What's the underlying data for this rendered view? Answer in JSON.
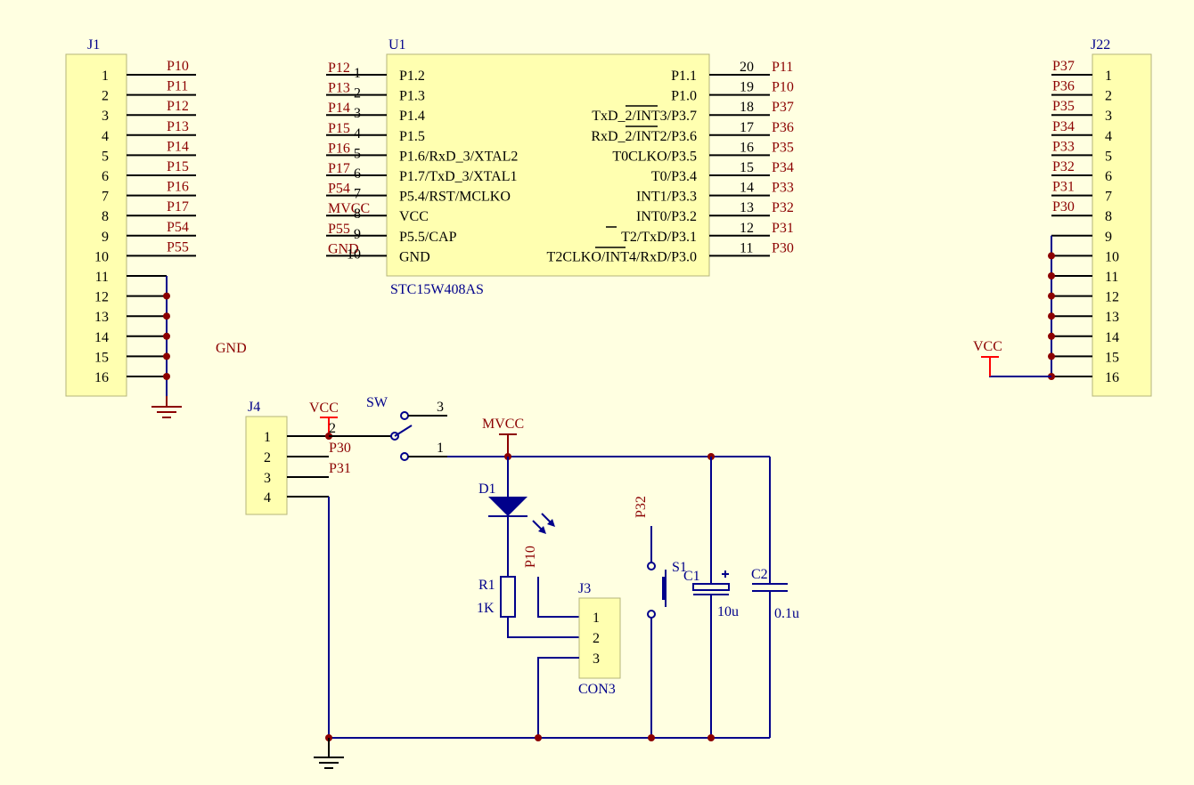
{
  "colors": {
    "background": "#ffffe1",
    "body_fill": "#ffffb0",
    "body_stroke": "#b5b57a",
    "wire": "#00008b",
    "pin": "#000000",
    "net_label": "#8b0000",
    "junction": "#8b0000",
    "power_red": "#ff0000",
    "power_dark": "#8b0000"
  },
  "j1": {
    "designator": "J1",
    "pins": [
      "1",
      "2",
      "3",
      "4",
      "5",
      "6",
      "7",
      "8",
      "9",
      "10",
      "11",
      "12",
      "13",
      "14",
      "15",
      "16"
    ],
    "nets": [
      "P10",
      "P11",
      "P12",
      "P13",
      "P14",
      "P15",
      "P16",
      "P17",
      "P54",
      "P55"
    ],
    "gnd_label": "GND"
  },
  "u1": {
    "designator": "U1",
    "part": "STC15W408AS",
    "left_pins": [
      {
        "num": "1",
        "name": "P1.2",
        "net": "P12"
      },
      {
        "num": "2",
        "name": "P1.3",
        "net": "P13"
      },
      {
        "num": "3",
        "name": "P1.4",
        "net": "P14"
      },
      {
        "num": "4",
        "name": "P1.5",
        "net": "P15"
      },
      {
        "num": "5",
        "name": "P1.6/RxD_3/XTAL2",
        "net": "P16"
      },
      {
        "num": "6",
        "name": "P1.7/TxD_3/XTAL1",
        "net": "P17"
      },
      {
        "num": "7",
        "name": "P5.4/RST/MCLKO",
        "net": "P54"
      },
      {
        "num": "8",
        "name": "VCC",
        "net": "MVCC"
      },
      {
        "num": "9",
        "name": "P5.5/CAP",
        "net": "P55"
      },
      {
        "num": "10",
        "name": "GND",
        "net": "GND"
      }
    ],
    "right_pins": [
      {
        "num": "20",
        "name": "P1.1",
        "net": "P11"
      },
      {
        "num": "19",
        "name": "P1.0",
        "net": "P10"
      },
      {
        "num": "18",
        "name": "TxD_2/INT3/P3.7",
        "net": "P37"
      },
      {
        "num": "17",
        "name": "RxD_2/INT2/P3.6",
        "net": "P36"
      },
      {
        "num": "16",
        "name": "T0CLKO/P3.5",
        "net": "P35"
      },
      {
        "num": "15",
        "name": "T0/P3.4",
        "net": "P34"
      },
      {
        "num": "14",
        "name": "INT1/P3.3",
        "net": "P33"
      },
      {
        "num": "13",
        "name": "INT0/P3.2",
        "net": "P32"
      },
      {
        "num": "12",
        "name": "T2/TxD/P3.1",
        "net": "P31"
      },
      {
        "num": "11",
        "name": "T2CLKO/INT4/RxD/P3.0",
        "net": "P30"
      }
    ]
  },
  "j22": {
    "designator": "J22",
    "pins": [
      "1",
      "2",
      "3",
      "4",
      "5",
      "6",
      "7",
      "8",
      "9",
      "10",
      "11",
      "12",
      "13",
      "14",
      "15",
      "16"
    ],
    "nets": [
      "P37",
      "P36",
      "P35",
      "P34",
      "P33",
      "P32",
      "P31",
      "P30"
    ],
    "vcc_label": "VCC"
  },
  "j4": {
    "designator": "J4",
    "pins": [
      "1",
      "2",
      "3",
      "4"
    ],
    "vcc_label": "VCC",
    "nets": [
      "P30",
      "P31"
    ]
  },
  "sw": {
    "designator": "SW",
    "pin_1": "1",
    "pin_2": "2",
    "pin_3": "3",
    "power_label": "MVCC"
  },
  "d1": {
    "designator": "D1",
    "net": "P10"
  },
  "r1": {
    "designator": "R1",
    "value": "1K"
  },
  "j3": {
    "designator": "J3",
    "part": "CON3",
    "pins": [
      "1",
      "2",
      "3"
    ]
  },
  "s1": {
    "designator": "S1",
    "net": "P32"
  },
  "c1": {
    "designator": "C1",
    "value": "10u"
  },
  "c2": {
    "designator": "C2",
    "value": "0.1u"
  }
}
